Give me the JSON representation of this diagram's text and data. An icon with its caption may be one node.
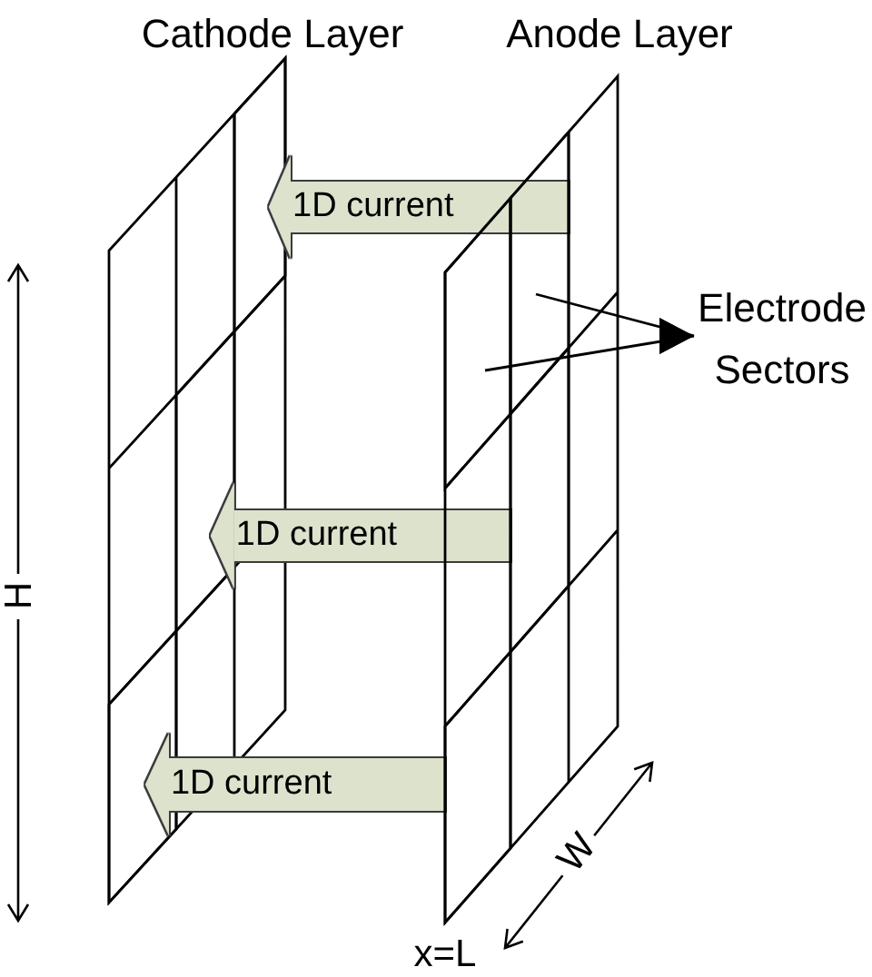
{
  "diagram": {
    "nodes": [
      {
        "text": [
          "Cathode Layer"
        ]
      },
      {
        "text": [
          "Anode Layer"
        ]
      },
      {
        "text": [
          "Electrode Sectors"
        ]
      },
      {
        "text": [],
        "shape": "box",
        "in": 0
      },
      {
        "text": [],
        "shape": "box",
        "in": 0
      },
      {
        "text": [],
        "shape": "box",
        "in": 0
      },
      {
        "text": [],
        "shape": "box",
        "in": 1
      },
      {
        "text": [],
        "shape": "box",
        "in": 1
      },
      {
        "text": [],
        "shape": "box",
        "in": 1
      },
      {
        "text": [],
        "shape": "box",
        "in": 1
      }
    ],
    "edges": [
      {
        "from": 7,
        "to": 3,
        "arrow": "to",
        "label": "1D current"
      },
      {
        "from": 6,
        "to": 2,
        "arrow": "to",
        "color": "#000000"
      },
      {
        "from": 7,
        "to": 2,
        "arrow": "to",
        "color": "#000000"
      },
      {
        "from": 8,
        "to": 4,
        "arrow": "to",
        "label": "1D current"
      },
      {
        "from": 9,
        "to": 5,
        "arrow": "to",
        "label": "1D current"
      }
    ],
    "labels": [
      "H",
      "W",
      "x=L"
    ]
  }
}
